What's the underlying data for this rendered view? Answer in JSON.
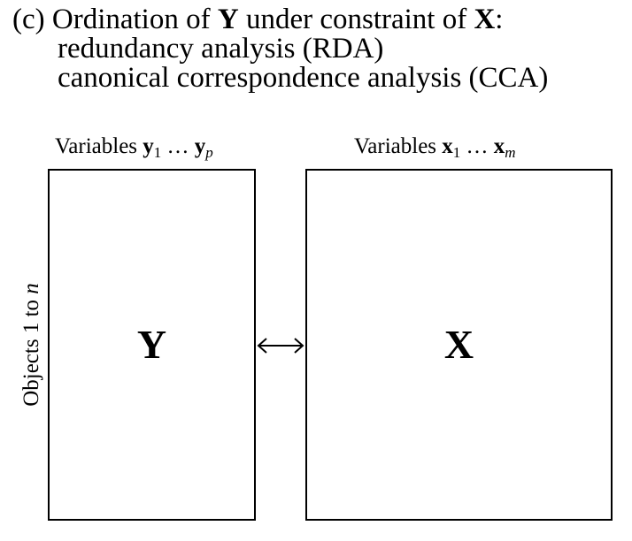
{
  "title": {
    "line1_prefix": "(c) Ordination of ",
    "line1_y": "Y",
    "line1_mid": " under constraint of ",
    "line1_x": "X",
    "line1_suffix": ":",
    "line2": "redundancy analysis (RDA)",
    "line3": "canonical correspondence analysis (CCA)"
  },
  "left_matrix": {
    "header_prefix": "Variables ",
    "header_var1": "y",
    "header_sub1": "1",
    "header_ellipsis": " … ",
    "header_var2": "y",
    "header_sub2": "p",
    "letter": "Y"
  },
  "right_matrix": {
    "header_prefix": "Variables ",
    "header_var1": "x",
    "header_sub1": "1",
    "header_ellipsis": " … ",
    "header_var2": "x",
    "header_sub2": "m",
    "letter": "X"
  },
  "row_label": {
    "prefix": "Objects 1 to ",
    "n": "n"
  },
  "connector": "double-headed-arrow"
}
